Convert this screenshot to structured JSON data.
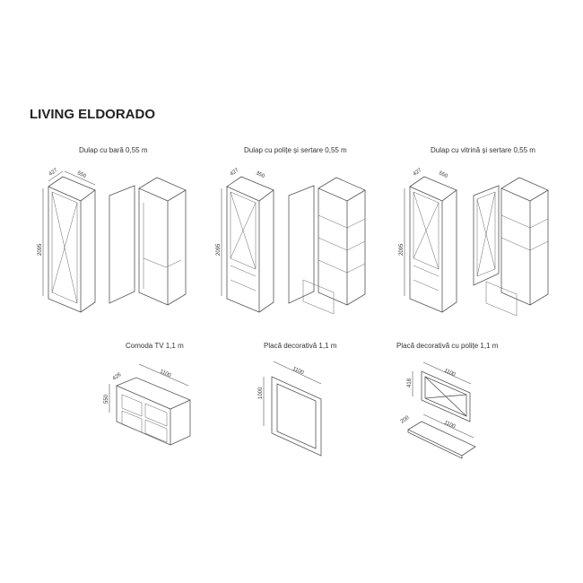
{
  "title": "LIVING ELDORADO",
  "items": [
    {
      "name": "Dulap cu bară 0,55 m",
      "dims": {
        "depth": "427",
        "width": "550",
        "height": "2095"
      }
    },
    {
      "name": "Dulap cu polițe și sertare 0,55 m",
      "dims": {
        "depth": "427",
        "width": "350",
        "height": "2095"
      }
    },
    {
      "name": "Dulap cu vitrină și sertare 0,55 m",
      "dims": {
        "depth": "427",
        "width": "550",
        "height": "2095"
      }
    },
    {
      "name": "Comoda TV 1,1 m",
      "dims": {
        "depth": "426",
        "width": "1100",
        "height": "550"
      }
    },
    {
      "name": "Placă decorativă 1,1 m",
      "dims": {
        "width": "1100",
        "height": "1000"
      }
    },
    {
      "name": "Placă decorativă cu polițe 1,1 m",
      "dims": {
        "width": "1100",
        "height": "418",
        "shelf_width": "1100",
        "shelf_depth": "200"
      }
    }
  ]
}
